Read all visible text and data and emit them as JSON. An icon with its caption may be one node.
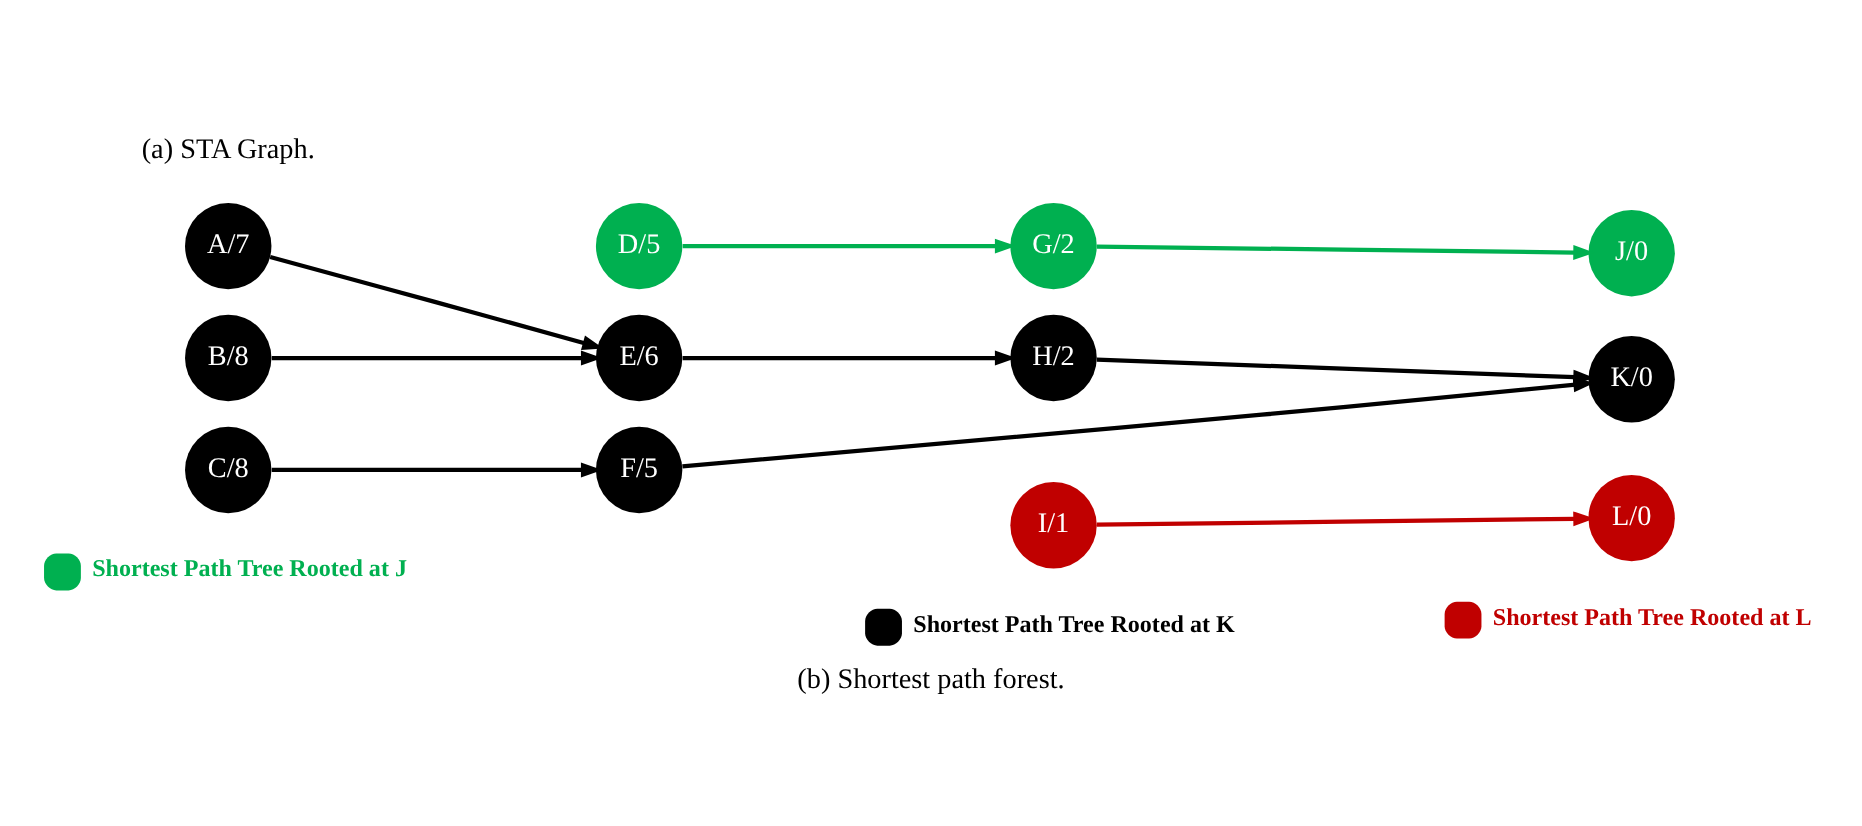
{
  "diagram": {
    "caption": "(b) Shortest path forest.",
    "nodes": [
      {
        "text": [
          "A/7"
        ]
      },
      {
        "text": [
          "D/5"
        ]
      },
      {
        "text": [
          "G/2"
        ]
      },
      {
        "text": [
          "J/0"
        ]
      },
      {
        "text": [
          "B/8"
        ]
      },
      {
        "text": [
          "E/6"
        ]
      },
      {
        "text": [
          "H/2"
        ]
      },
      {
        "text": [
          "K/0"
        ]
      },
      {
        "text": [
          "C/8"
        ]
      },
      {
        "text": [
          "F/5"
        ]
      },
      {
        "text": [
          "I/1"
        ]
      },
      {
        "text": [
          "L/0"
        ]
      }
    ],
    "edges": [
      {
        "from": 0,
        "to": 5,
        "arrow": "to"
      },
      {
        "from": 1,
        "to": 2,
        "arrow": "to",
        "color": "#00b050"
      },
      {
        "from": 2,
        "to": 3,
        "arrow": "to",
        "color": "#00b050"
      },
      {
        "from": 4,
        "to": 5,
        "arrow": "to"
      },
      {
        "from": 5,
        "to": 6,
        "arrow": "to"
      },
      {
        "from": 6,
        "to": 7,
        "arrow": "to"
      },
      {
        "from": 9,
        "to": 7,
        "arrow": "to"
      },
      {
        "from": 8,
        "to": 9,
        "arrow": "to"
      },
      {
        "from": 10,
        "to": 11,
        "arrow": "to",
        "color": "#c00000"
      }
    ],
    "labels": [
      "(a) STA Graph."
    ],
    "legend": [
      {
        "text": "Shortest Path Tree Rooted at J",
        "color": "#00b050"
      },
      {
        "text": "Shortest Path Tree Rooted at K",
        "color": "#000000"
      },
      {
        "text": "Shortest Path Tree Rooted at L",
        "color": "#c00000"
      }
    ]
  }
}
